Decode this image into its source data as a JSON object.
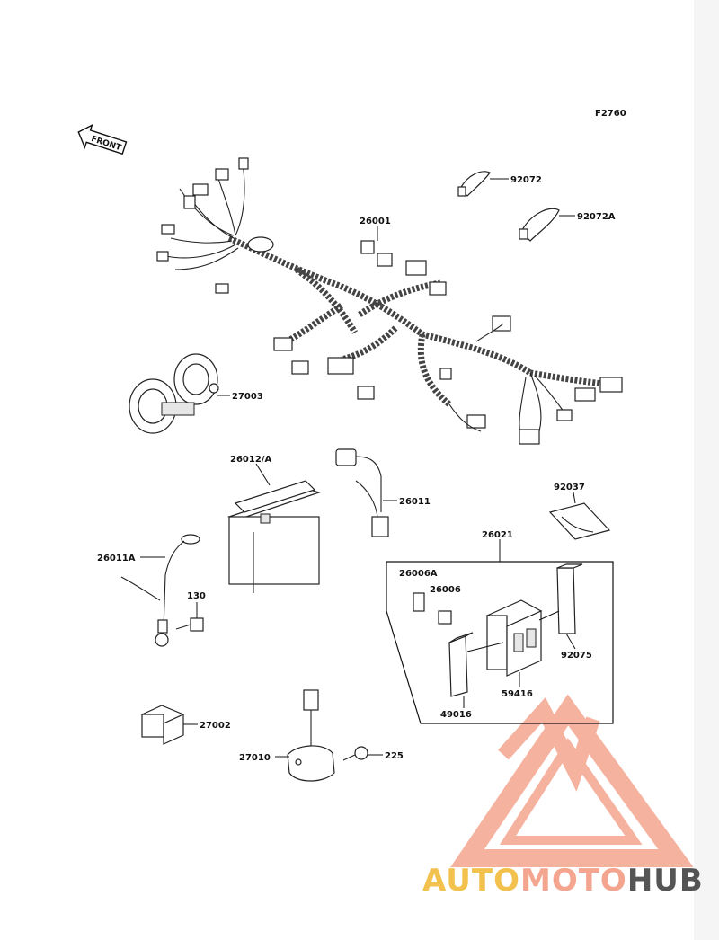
{
  "figure_code": "F2760",
  "front_arrow_label": "FRONT",
  "parts": {
    "p92072": "92072",
    "p92072A": "92072A",
    "p26001": "26001",
    "p27003": "27003",
    "p26012A": "26012/A",
    "p26011": "26011",
    "p92037": "92037",
    "p26021": "26021",
    "p26011A": "26011A",
    "p130": "130",
    "p26006A": "26006A",
    "p26006": "26006",
    "p92075": "92075",
    "p59416": "59416",
    "p49016": "49016",
    "p27002": "27002",
    "p27010": "27010",
    "p225": "225"
  },
  "watermark": {
    "part1": "AUTO",
    "part2": "MOTO",
    "part3": "HUB",
    "color_primary": "#f4a58f",
    "color_gold": "#f2c14e",
    "color_dark": "#555555"
  }
}
